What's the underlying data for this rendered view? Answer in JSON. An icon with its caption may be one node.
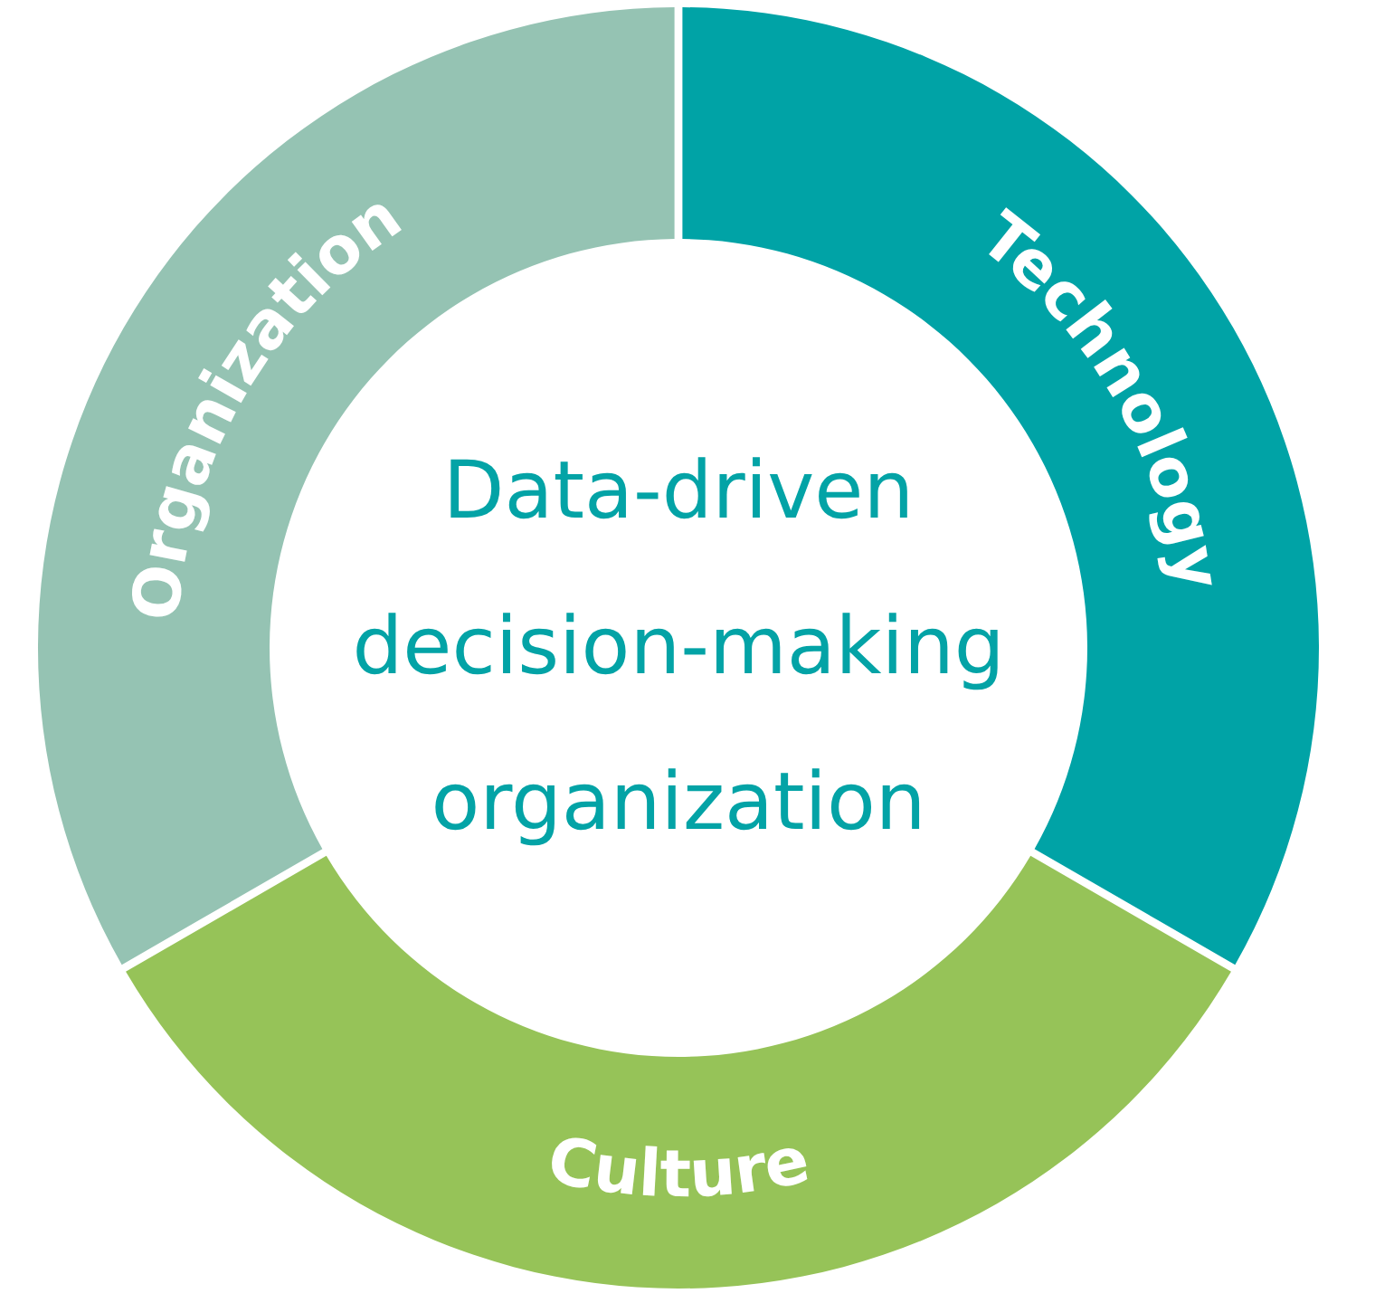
{
  "diagram": {
    "nodes": [
      {
        "text": [
          "Organization"
        ]
      },
      {
        "text": [
          "Technology"
        ]
      },
      {
        "text": [
          "Data-driven decision-making organization"
        ]
      },
      {
        "text": [
          "Culture"
        ]
      }
    ]
  }
}
